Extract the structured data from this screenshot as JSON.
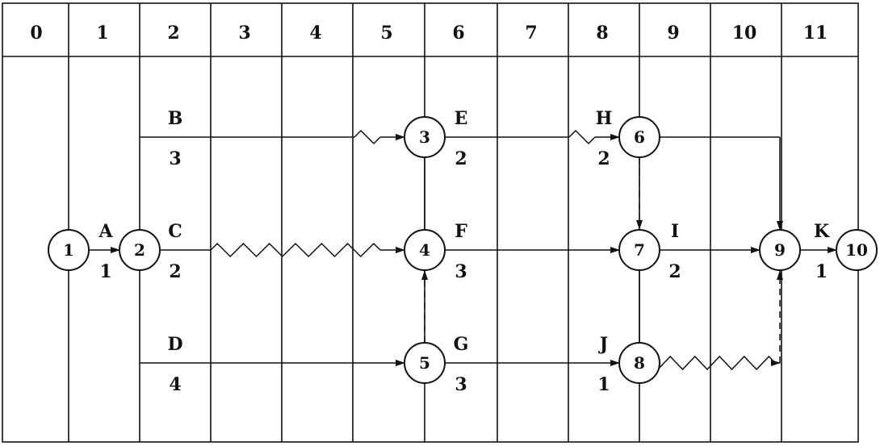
{
  "header": {
    "units": [
      "0",
      "1",
      "2",
      "3",
      "4",
      "5",
      "6",
      "7",
      "8",
      "9",
      "10",
      "11"
    ]
  },
  "nodes": [
    {
      "id": "1",
      "label": "1",
      "t": 0
    },
    {
      "id": "2",
      "label": "2",
      "t": 1
    },
    {
      "id": "3",
      "label": "3",
      "t": 5
    },
    {
      "id": "4",
      "label": "4",
      "t": 5
    },
    {
      "id": "5",
      "label": "5",
      "t": 5
    },
    {
      "id": "6",
      "label": "6",
      "t": 8
    },
    {
      "id": "7",
      "label": "7",
      "t": 8
    },
    {
      "id": "8",
      "label": "8",
      "t": 8
    },
    {
      "id": "9",
      "label": "9",
      "t": 10
    },
    {
      "id": "10",
      "label": "10",
      "t": 11
    }
  ],
  "activities": [
    {
      "name": "A",
      "duration": "1",
      "from": "1",
      "to": "2",
      "free_float": 0
    },
    {
      "name": "B",
      "duration": "3",
      "from": "2",
      "to": "3",
      "free_float": 1
    },
    {
      "name": "C",
      "duration": "2",
      "from": "2",
      "to": "4",
      "free_float": 2
    },
    {
      "name": "D",
      "duration": "4",
      "from": "2",
      "to": "5",
      "free_float": 0
    },
    {
      "name": "E",
      "duration": "2",
      "from": "3",
      "to": "6",
      "free_float": 1
    },
    {
      "name": "F",
      "duration": "3",
      "from": "4",
      "to": "7",
      "free_float": 0
    },
    {
      "name": "G",
      "duration": "3",
      "from": "5",
      "to": "8",
      "free_float": 0
    },
    {
      "name": "H",
      "duration": "2",
      "from": "6",
      "to": "9",
      "free_float": 0
    },
    {
      "name": "I",
      "duration": "2",
      "from": "7",
      "to": "9",
      "free_float": 0
    },
    {
      "name": "J",
      "duration": "1",
      "from": "8",
      "to": "9",
      "free_float": 1
    },
    {
      "name": "K",
      "duration": "1",
      "from": "9",
      "to": "10",
      "free_float": 0
    }
  ],
  "dummies": [
    {
      "from": "5",
      "to": "4"
    },
    {
      "from": "6",
      "to": "7"
    },
    {
      "from": "8",
      "to": "9"
    }
  ]
}
